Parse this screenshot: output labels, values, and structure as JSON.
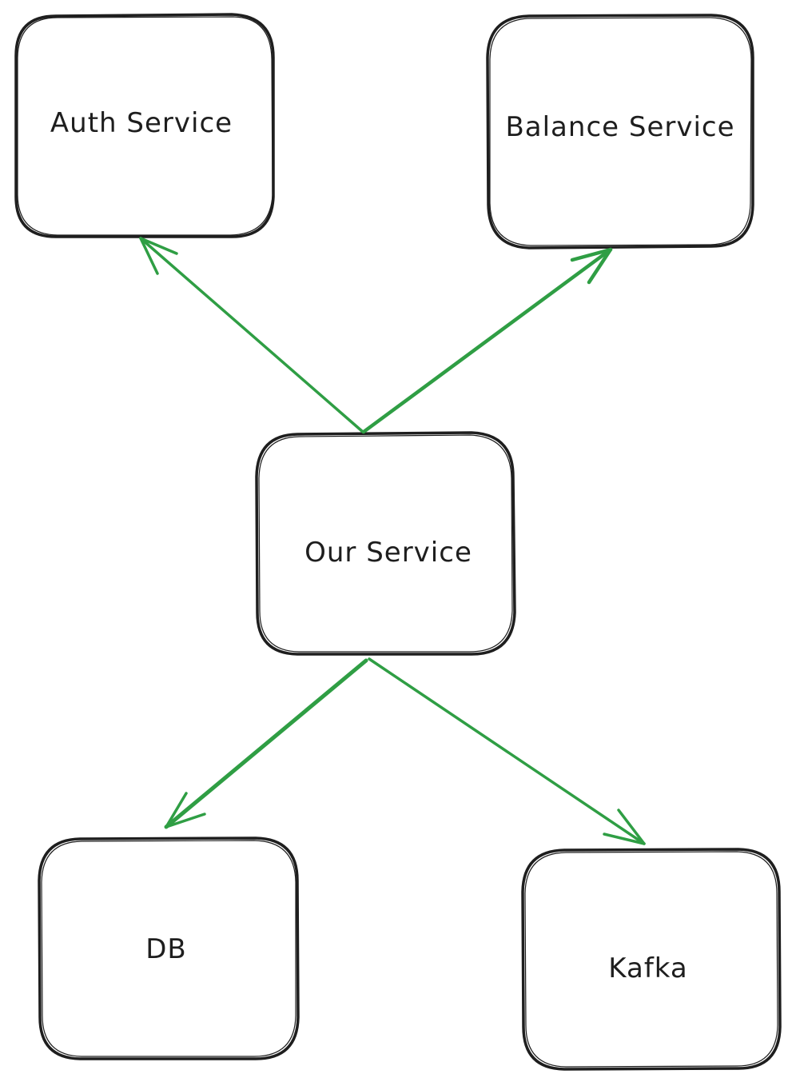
{
  "diagram": {
    "background": "#ffffff",
    "stroke_color": "#1e1e1e",
    "arrow_color": "#2f9e44",
    "nodes": {
      "auth": {
        "label": "Auth Service"
      },
      "balance": {
        "label": "Balance Service"
      },
      "ours": {
        "label": "Our Service"
      },
      "db": {
        "label": "DB"
      },
      "kafka": {
        "label": "Kafka"
      }
    },
    "edges": [
      {
        "from": "Our Service",
        "to": "Auth Service"
      },
      {
        "from": "Our Service",
        "to": "Balance Service"
      },
      {
        "from": "Our Service",
        "to": "DB"
      },
      {
        "from": "Our Service",
        "to": "Kafka"
      }
    ]
  }
}
